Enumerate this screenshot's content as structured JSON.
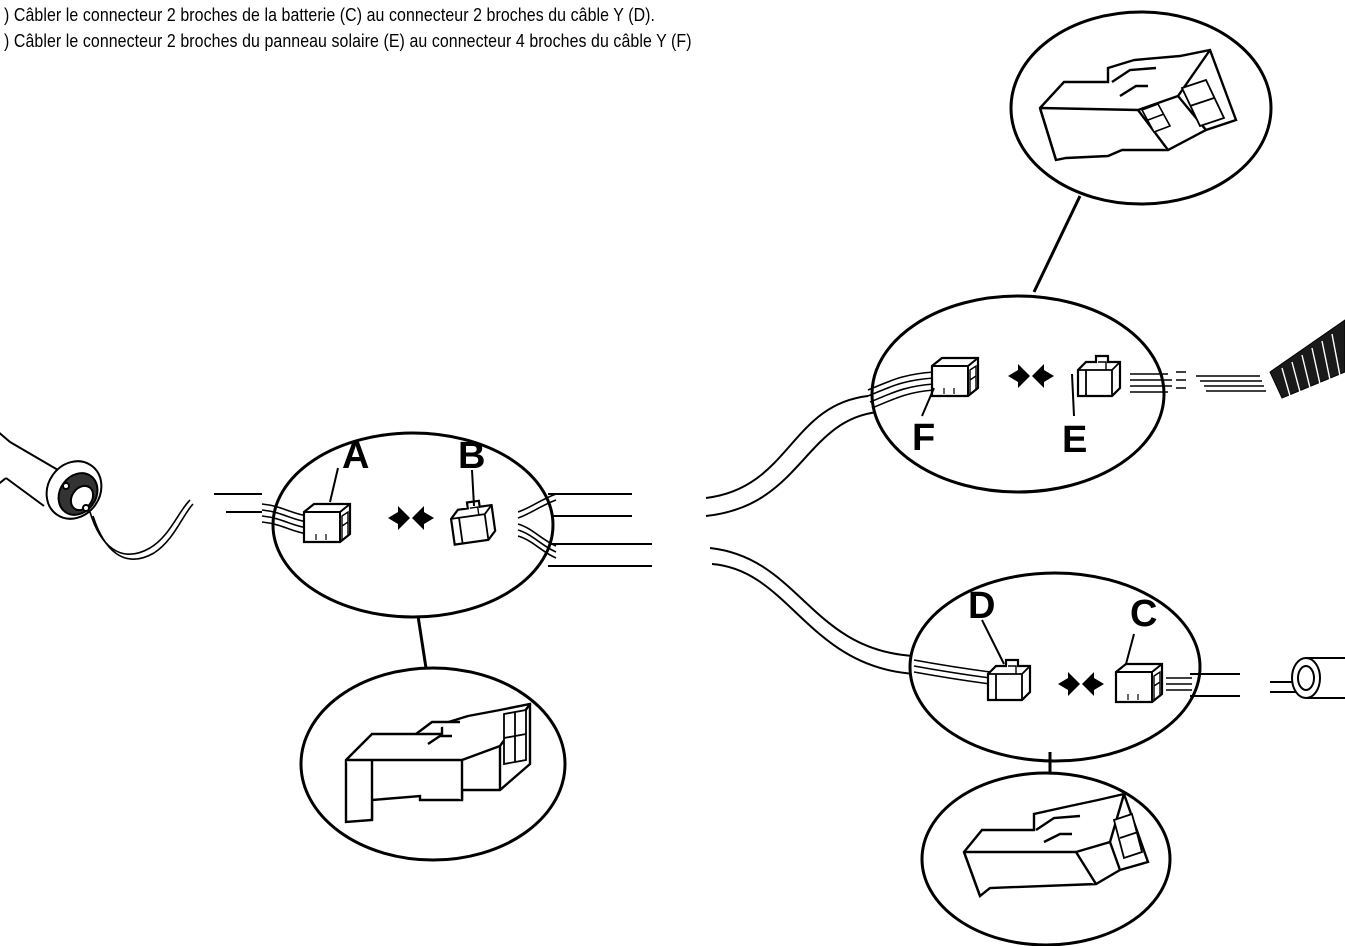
{
  "instructions": [
    ") Câbler le connecteur 2 broches de la batterie (C) au connecteur 2 broches du câble Y (D).",
    ") Câbler le connecteur 2 broches du panneau solaire (E) au connecteur 4 broches du câble Y (F)"
  ],
  "labels": {
    "A": "A",
    "B": "B",
    "C": "C",
    "D": "D",
    "E": "E",
    "F": "F"
  }
}
